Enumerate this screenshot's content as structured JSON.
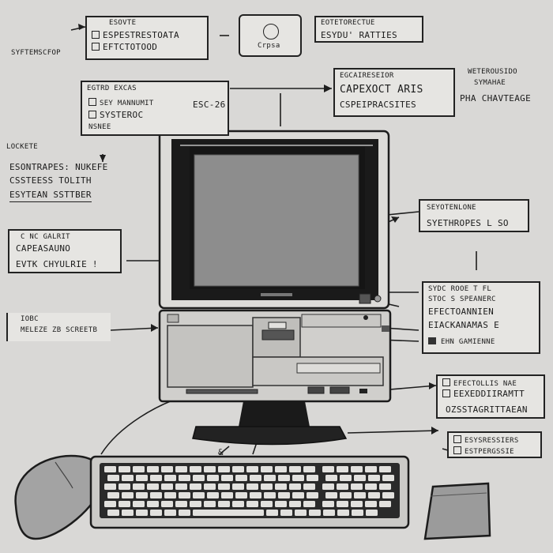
{
  "callouts": {
    "top_left": {
      "lines": [
        "ESOVTE",
        "ESPESTRESTOATA",
        "EFTCTOTOOD"
      ]
    },
    "top_center_icon": {
      "text": "Crpsa"
    },
    "top_right": {
      "lines": [
        "EOTETORECTUE",
        "ESYDU' RATTIES"
      ]
    },
    "left_system": {
      "text": "SYFTEMSCFOP"
    },
    "mid_left": {
      "lines": [
        "EGTRD EXCAS",
        "SEY MANNUMIT",
        "SYSTEROC",
        "NSNEE"
      ],
      "value": "ESC-26"
    },
    "mid_right": {
      "lines": [
        "EGCAIRESEIOR",
        "CAPEXOCT ARIS",
        "CSPEIPRACSITES"
      ]
    },
    "far_right": {
      "lines": [
        "WETEROUSIDO",
        "SYMAHAE",
        "PHA CHAVTEAGE"
      ]
    },
    "left_lockete": {
      "text": "LOCKETE"
    },
    "left_storage": {
      "lines": [
        "ESONTRAPES: NUKEFE",
        "CSSTEESS TOLITH",
        "ESYTEAN SSTTBER"
      ]
    },
    "right_monitor": {
      "lines": [
        "SEYOTENLONE",
        "SYETHROPES L SO"
      ]
    },
    "left_memory": {
      "lines": [
        "C NC GALRIT",
        "CAPEASAUNO",
        "EVTK CHYULRIE !"
      ]
    },
    "right_drive": {
      "lines": [
        "SYDC ROOE T FL",
        "STOC S SPEANERC",
        "EFECTOANNIEN",
        "EIACKANAMAS E",
        "EHN GAMIENNE"
      ]
    },
    "left_mouse": {
      "lines": [
        "IOBC",
        "MELEZE ZB SCREETB"
      ]
    },
    "right_keyboard": {
      "lines": [
        "EFECTOLLIS NAE",
        "EEXEDDIIRAMTT",
        "OZSSTAGRITTAEAN"
      ]
    },
    "right_bottom": {
      "lines": [
        "ESYSRESSIERS",
        "ESTPERGSSIE"
      ]
    },
    "arrow_mark": {
      "text": "&"
    }
  }
}
